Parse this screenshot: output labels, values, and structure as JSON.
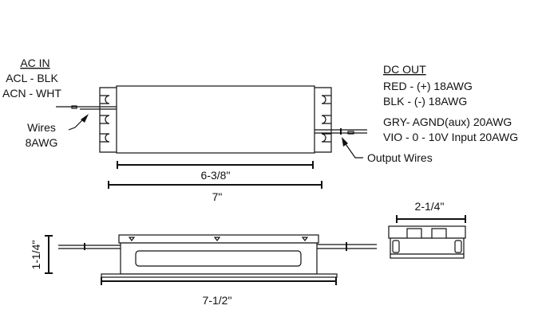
{
  "ac_in": {
    "title": "AC IN",
    "lines": [
      "ACL - BLK",
      "ACN - WHT"
    ]
  },
  "wires_label": [
    "Wires",
    "8AWG"
  ],
  "dc_out": {
    "title": "DC OUT",
    "lines": [
      "RED - (+) 18AWG",
      "BLK - (-) 18AWG",
      "GRY- AGND(aux) 20AWG",
      "VIO - 0 - 10V Input 20AWG"
    ]
  },
  "output_wires_label": "Output Wires",
  "dimensions": {
    "body_length": "6-3/8\"",
    "mount_length": "7\"",
    "overall_length": "7-1/2\"",
    "height": "1-1/4\"",
    "width": "2-1/4\""
  }
}
